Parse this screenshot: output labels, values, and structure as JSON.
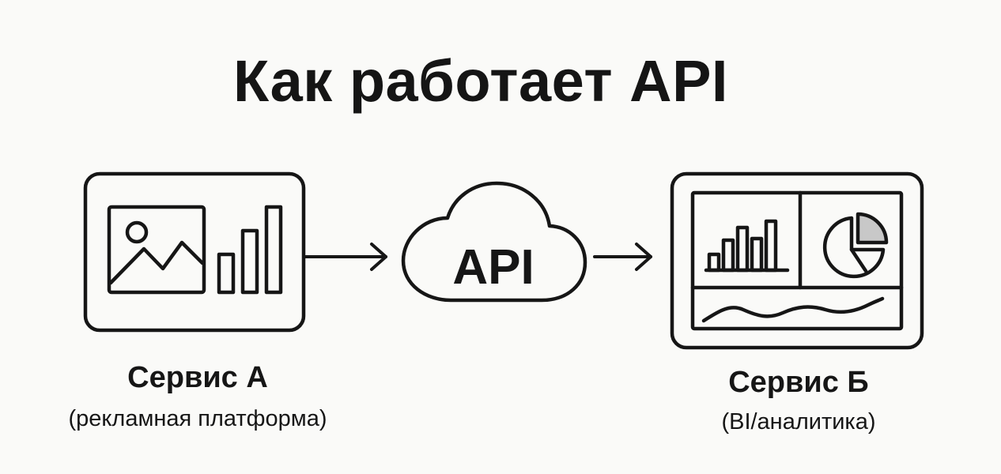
{
  "title": "Как работает API",
  "api_label": "API",
  "service_a": {
    "name": "Сервис А",
    "description": "(рекламная платформа)"
  },
  "service_b": {
    "name": "Сервис Б",
    "description": "(BI/аналитика)"
  },
  "icons": {
    "service_a": [
      "image-icon",
      "bar-chart-icon"
    ],
    "middle": "cloud-icon",
    "service_b": [
      "bar-chart-icon",
      "pie-chart-icon",
      "line-chart-icon"
    ],
    "arrows": [
      "arrow-right-icon",
      "arrow-right-icon"
    ]
  },
  "colors": {
    "stroke": "#161616",
    "background": "#fafaf8",
    "pie_highlight": "#c8c8c8"
  }
}
